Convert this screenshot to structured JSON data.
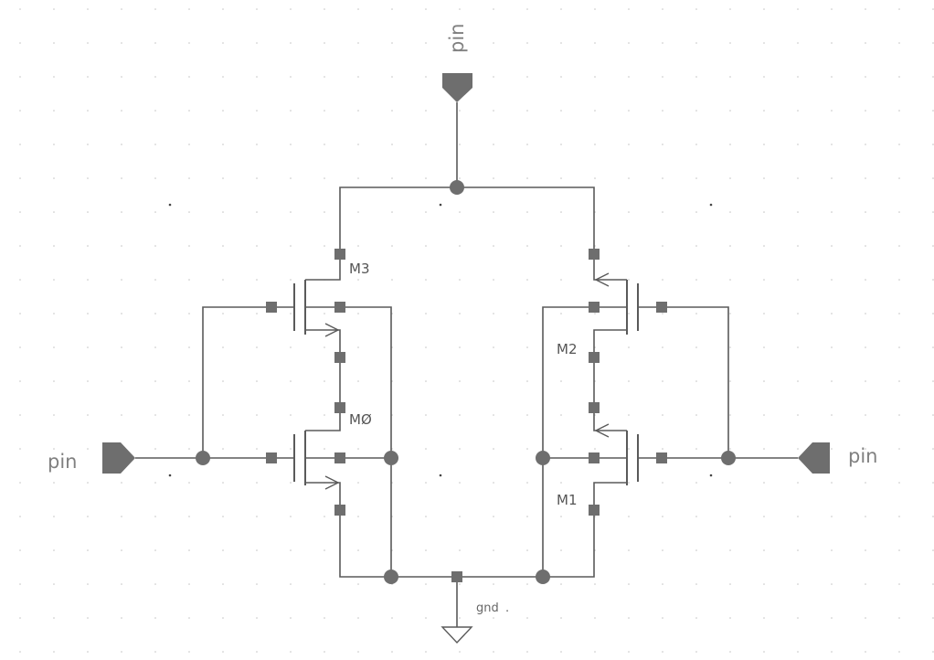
{
  "schematic": {
    "pins": {
      "top": "pin",
      "left": "pin",
      "right": "pin"
    },
    "ground_label": "gnd",
    "transistors": {
      "m3": "M3",
      "m0": "MØ",
      "m2": "M2",
      "m1": "M1"
    },
    "colors": {
      "wire": "#5a5a5a",
      "node": "#6e6e6e",
      "grid": "#c4c4c4",
      "background": "#ffffff"
    }
  }
}
